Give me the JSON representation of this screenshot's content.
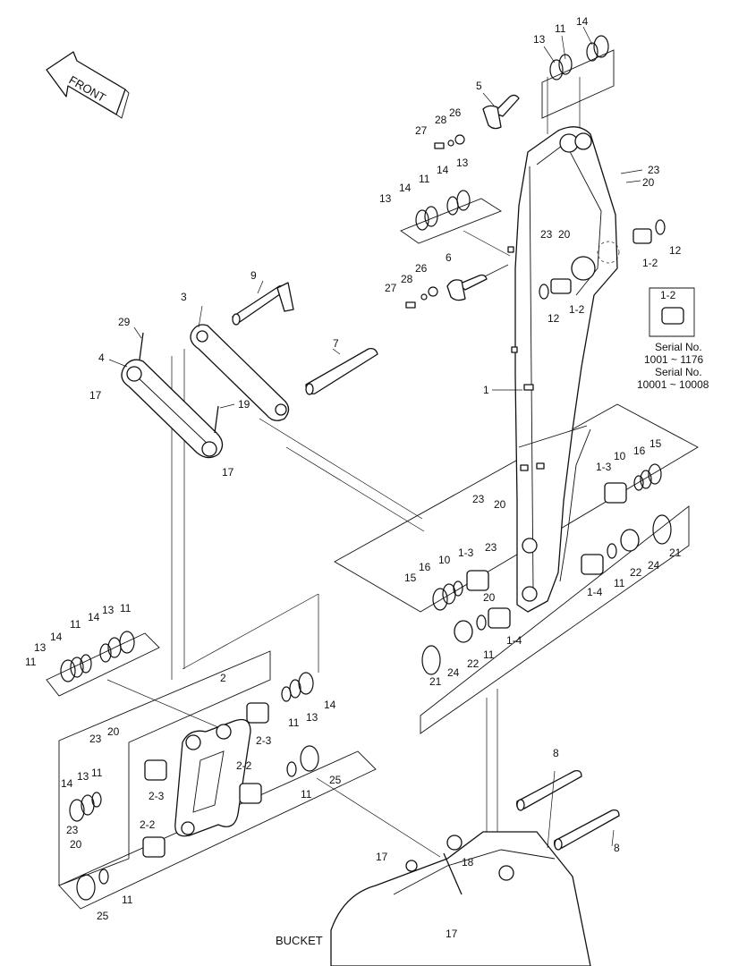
{
  "front_label": "FRONT",
  "bucket_label": "BUCKET",
  "serial_note": {
    "part": "1-2",
    "line1": "Serial No.",
    "line2": "1001 ~ 1176",
    "line3": "Serial No.",
    "line4": "10001 ~ 10008"
  },
  "labels": {
    "l14a": "14",
    "l11a": "11",
    "l13a": "13",
    "l5": "5",
    "l28a": "28",
    "l26a": "26",
    "l27a": "27",
    "l23a": "23",
    "l20a": "20",
    "l14b": "14",
    "l11b": "11",
    "l13b": "13",
    "l13c": "13",
    "l23b": "23",
    "l20b": "20",
    "l12a": "12",
    "l1_2a": "1-2",
    "l6": "6",
    "l26b": "26",
    "l28b": "28",
    "l27b": "27",
    "l12b": "12",
    "l1_2b": "1-2",
    "l9": "9",
    "l3": "3",
    "l29": "29",
    "l4": "4",
    "l7": "7",
    "l17a": "17",
    "l19": "19",
    "l17b": "17",
    "l1": "1",
    "l10a": "10",
    "l16a": "16",
    "l15a": "15",
    "l1_3a": "1-3",
    "l23c": "23",
    "l20c": "20",
    "l11c": "11",
    "l22a": "22",
    "l24a": "24",
    "l21a": "21",
    "l15b": "15",
    "l16b": "16",
    "l10b": "10",
    "l1_3b": "1-3",
    "l23d": "23",
    "l20d": "20",
    "l1_4a": "1-4",
    "l24b": "24",
    "l22b": "22",
    "l11d": "11",
    "l1_4b": "1-4",
    "l21b": "21",
    "l14c": "14",
    "l13d": "13",
    "l11e": "11",
    "l11f": "11",
    "l11g": "11",
    "l13e": "13",
    "l14d": "14",
    "l2": "2",
    "l11h": "11",
    "l13f": "13",
    "l14e": "14",
    "l23e": "23",
    "l20e": "20",
    "l2_3a": "2-3",
    "l14f": "14",
    "l13g": "13",
    "l11i": "11",
    "l2_3b": "2-3",
    "l23f": "23",
    "l20f": "20",
    "l2_2a": "2-2",
    "l2_2b": "2-2",
    "l11j": "11",
    "l25a": "25",
    "l11k": "11",
    "l25b": "25",
    "l8a": "8",
    "l8b": "8",
    "l17c": "17",
    "l18": "18",
    "l17d": "17"
  }
}
